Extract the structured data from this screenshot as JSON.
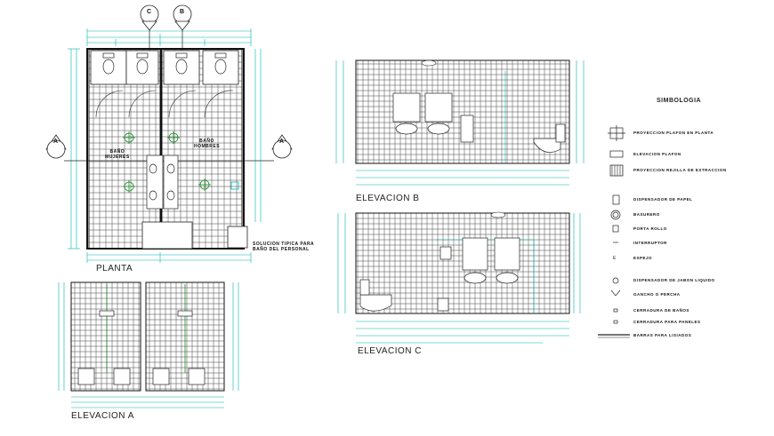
{
  "titles": {
    "planta": "PLANTA",
    "elev_a": "ELEVACION  A",
    "elev_b": "ELEVACION  B",
    "elev_c": "ELEVACION  C"
  },
  "plan_notes": {
    "bano_mujeres": "BAÑO\nMUJERES",
    "bano_hombres": "BAÑO\nHOMBRES",
    "solucion": "SOLUCION TIPICA PARA\nBAÑO DEL PERSONAL"
  },
  "section_marks": {
    "a_left": "A",
    "a_right": "A",
    "c_top": "C",
    "b_top": "B"
  },
  "legend": {
    "title": "SIMBOLOGIA",
    "items": [
      {
        "symbol": "ceiling-light",
        "label": "PROYECCION PLAFON EN PLANTA"
      },
      {
        "symbol": "ceiling-elevation",
        "label": "ELEVACION PLAFON"
      },
      {
        "symbol": "extract-grill",
        "label": "PROYECCION REJILLA DE EXTRACCION"
      },
      {
        "symbol": "paper-dispenser",
        "label": "DISPENSADOR DE PAPEL"
      },
      {
        "symbol": "trash-bin",
        "label": "BASURERO"
      },
      {
        "symbol": "roll-holder",
        "label": "PORTA ROLLO"
      },
      {
        "symbol": "switch",
        "label": "INTERRUPTOR"
      },
      {
        "symbol": "mirror",
        "label": "ESPEJO"
      },
      {
        "symbol": "soap-dispenser",
        "label": "DISPENSADOR DE JABON LIQUIDO"
      },
      {
        "symbol": "hook",
        "label": "GANCHO O PERCHA"
      },
      {
        "symbol": "bath-lock",
        "label": "CERRADURA DE BAÑOS"
      },
      {
        "symbol": "panel-lock",
        "label": "CERRADURA PARA PANELES"
      },
      {
        "symbol": "grab-bar",
        "label": "BARRAS PARA LISIADOS"
      }
    ]
  },
  "colors": {
    "dim": "#00b4b4",
    "grid": "#333333",
    "fixture": "#1e8a2a",
    "line": "#222222"
  }
}
